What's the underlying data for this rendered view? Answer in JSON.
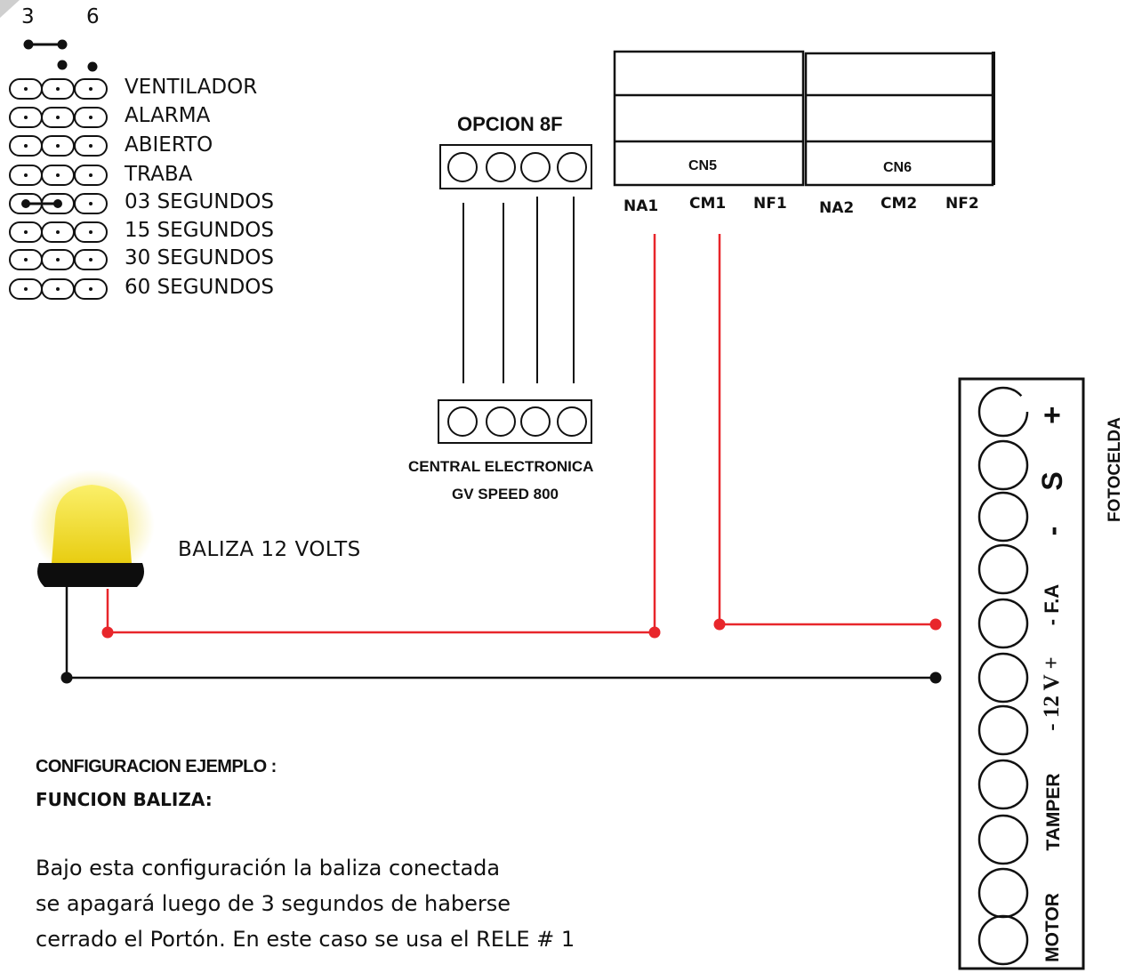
{
  "jumper_header": {
    "left_label": "3",
    "right_label": "6"
  },
  "jumper_options": [
    "VENTILADOR",
    "ALARMA",
    "ABIERTO",
    "TRABA",
    "03 SEGUNDOS",
    "15 SEGUNDOS",
    "30 SEGUNDOS",
    "60 SEGUNDOS"
  ],
  "option_connector": {
    "title": "OPCION 8F"
  },
  "central": {
    "line1": "CENTRAL ELECTRONICA",
    "line2": "GV SPEED 800"
  },
  "relays": {
    "cn5": {
      "label": "CN5",
      "pins": [
        "NA1",
        "CM1",
        "NF1"
      ]
    },
    "cn6": {
      "label": "CN6",
      "pins": [
        "NA2",
        "CM2",
        "NF2"
      ]
    }
  },
  "beacon": {
    "label": "BALIZA 12 VOLTS"
  },
  "terminal": {
    "title": "FOTOCELDA",
    "labels": {
      "plus": "+",
      "s": "S",
      "minus": "-",
      "fa": "- F.A",
      "v12": "- 12 V +",
      "tamper": "TAMPER",
      "motor": "MOTOR"
    }
  },
  "config": {
    "heading1": "CONFIGURACION EJEMPLO :",
    "heading2": "FUNCION BALIZA:",
    "desc_lines": [
      "Bajo esta configuración la baliza conectada",
      "se apagará luego de 3 segundos de haberse",
      "cerrado el Portón. En este caso se usa el RELE # 1"
    ]
  },
  "colors": {
    "wire_red": "#e8262b",
    "wire_black": "#111111",
    "beacon_yellow": "#f6e21b"
  }
}
